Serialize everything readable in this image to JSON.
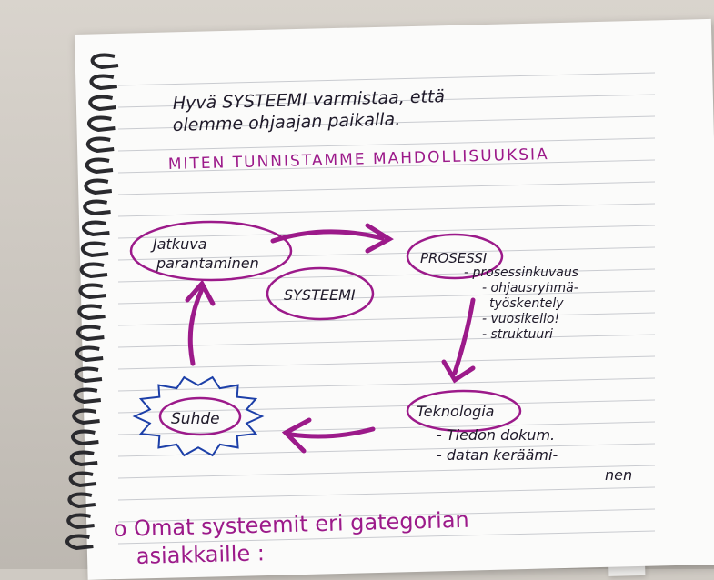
{
  "notes": {
    "line1": "Hyvä SYSTEEMI varmistaa, että",
    "line2": "olemme ohjaajan paikalla.",
    "heading": "MITEN TUNNISTAMME MAHDOLLISUUKSIA"
  },
  "diagram": {
    "center": "SYSTEEMI",
    "top_left_1": "Jatkuva",
    "top_left_2": "parantaminen",
    "right_top": "PROSESSI",
    "prosessi_items": [
      "- prosessinkuvaus",
      "- ohjausryhmä-",
      "työskentely",
      "- vuosikello!",
      "- struktuuri"
    ],
    "bottom_right": "Teknologia",
    "teknologia_items": [
      "- Tiedon dokum.",
      "- datan keräämi-",
      "nen"
    ],
    "bottom_left": "Suhde"
  },
  "footer": {
    "line1": "o Omat systeemit eri gategorian",
    "line2": "asiakkaille :"
  },
  "colors": {
    "magenta_ink": "#9c1a8a",
    "black_ink": "#1f1a2a",
    "blue_ink": "#1c3fa8"
  }
}
